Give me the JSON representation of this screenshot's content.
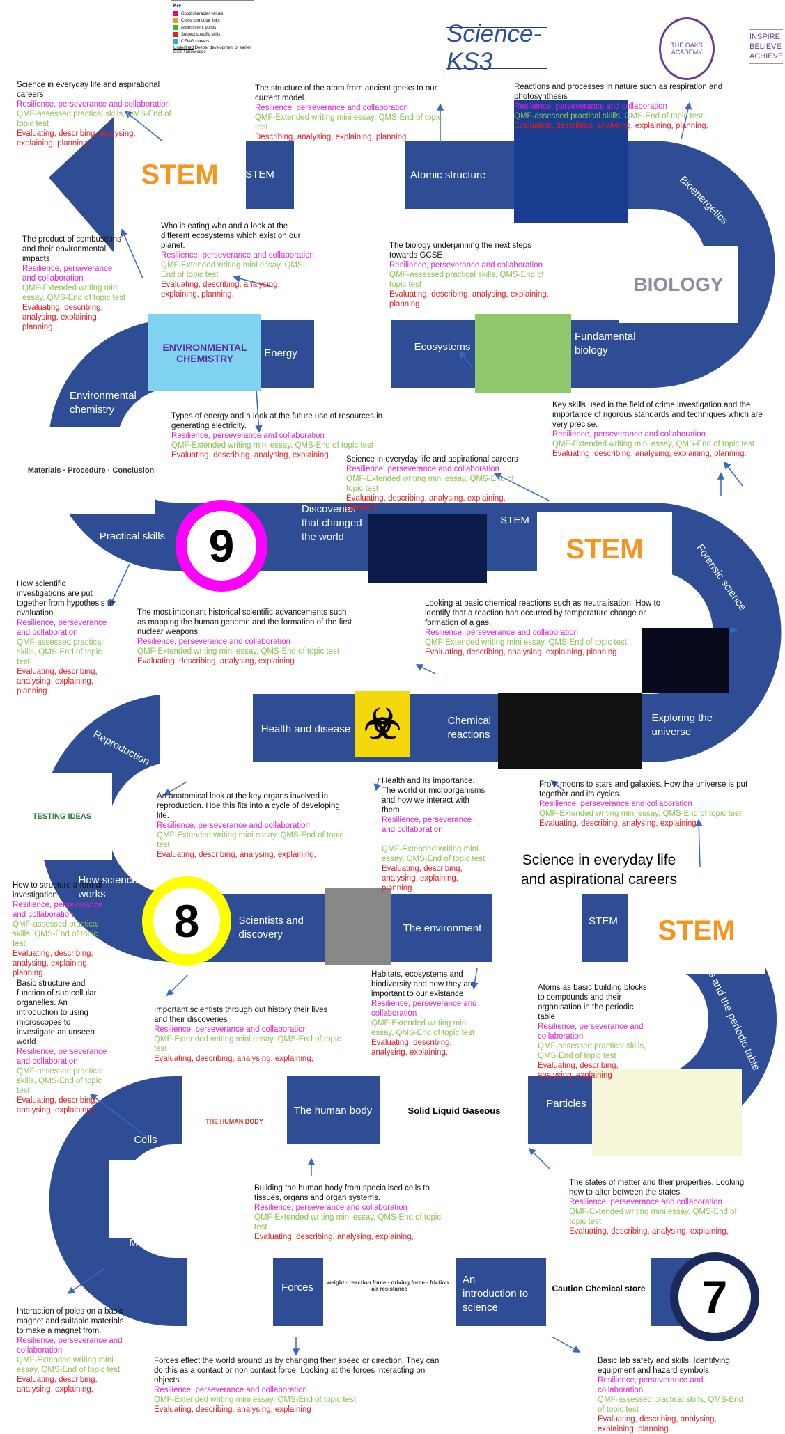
{
  "header": {
    "title": "Science-KS3",
    "school_name": "THE OAKS ACADEMY",
    "motto": [
      "INSPIRE",
      "BELIEVE",
      "ACHIEVE"
    ]
  },
  "key": {
    "title": "Key",
    "items": [
      {
        "label": "Good character values",
        "color": "#e6007e"
      },
      {
        "label": "Cross curricular links",
        "color": "#f7941d"
      },
      {
        "label": "Assessment points",
        "color": "#39b54a"
      },
      {
        "label": "Subject specific skills",
        "color": "#e31e24"
      },
      {
        "label": "CEIAG careers",
        "color": "#29abe2"
      }
    ],
    "underlined_word": "Underlined",
    "underlined_desc": "Deeper development of earlier skills / knowledge"
  },
  "colors": {
    "road": "#2e4d94",
    "values": "#e020d8",
    "assessment": "#8cc152",
    "skills": "#e31e24"
  },
  "milestones": [
    {
      "year": "9",
      "ring_color": "#ff00ff"
    },
    {
      "year": "8",
      "ring_color": "#ffff00"
    },
    {
      "year": "7",
      "ring_color": "#1b2a5c"
    }
  ],
  "big_heading": "Science in everyday life and aspirational careers",
  "topics": [
    "STEM",
    "Atomic structure",
    "Bioenergetics",
    "Fundamental biology",
    "Ecosystems",
    "Energy",
    "Environmental chemistry",
    "Practical skills",
    "Discoveries that changed the world",
    "STEM",
    "Forensic science",
    "Exploring the universe",
    "Chemical reactions",
    "Health and disease",
    "Reproduction",
    "How science works",
    "Scientists and discovery",
    "The environment",
    "STEM",
    "Atoms and the periodic table",
    "Particles",
    "The human body",
    "Cells",
    "Magnetism",
    "Forces",
    "An introduction to science"
  ],
  "images": [
    {
      "icon": "stem-icon",
      "text": "STEM"
    },
    {
      "icon": "atom-icon",
      "text": ""
    },
    {
      "icon": "human-body-energy-icon",
      "text": ""
    },
    {
      "icon": "biology-icon",
      "text": "BIOLOGY"
    },
    {
      "icon": "environmental-chemistry-icon",
      "text": "ENVIRONMENTAL CHEMISTRY"
    },
    {
      "icon": "renewable-energy-diagram-icon",
      "text": ""
    },
    {
      "icon": "ecosystem-icon",
      "text": ""
    },
    {
      "icon": "scientist-cartoon-icon",
      "text": "Materials · Procedure · Conclusion"
    },
    {
      "icon": "robot-hand-icon",
      "text": ""
    },
    {
      "icon": "stem-icon",
      "text": "STEM"
    },
    {
      "icon": "solar-system-icon",
      "text": ""
    },
    {
      "icon": "biohazard-icon",
      "text": "☣"
    },
    {
      "icon": "chemical-flasks-icon",
      "text": ""
    },
    {
      "icon": "reproductive-system-diagram-icon",
      "text": ""
    },
    {
      "icon": "testing-ideas-cycle-icon",
      "text": "TESTING IDEAS"
    },
    {
      "icon": "einstein-photo-icon",
      "text": ""
    },
    {
      "icon": "hand-with-animals-icon",
      "text": ""
    },
    {
      "icon": "stem-icon",
      "text": "STEM"
    },
    {
      "icon": "periodic-table-icon",
      "text": ""
    },
    {
      "icon": "states-of-matter-icon",
      "text": "Solid   Liquid   Gaseous"
    },
    {
      "icon": "human-body-organs-icon",
      "text": "THE HUMAN BODY"
    },
    {
      "icon": "microscope-icon",
      "text": ""
    },
    {
      "icon": "magnet-field-icon",
      "text": ""
    },
    {
      "icon": "car-forces-icon",
      "text": "weight · reaction force · driving force · friction · air resistance"
    },
    {
      "icon": "hazard-symbols-icon",
      "text": "Caution Chemical store"
    }
  ],
  "blocks": [
    {
      "desc": "Science in everyday life and aspirational careers",
      "values": "Resilience, perseverance and collaboration",
      "assessment": "QMF-assessed practical skills, QMS-End of topic test",
      "skills": "Evaluating, describing, analysing, explaining, planning."
    },
    {
      "desc": "The structure of the atom from ancient geeks to our current model.",
      "values": "Resilience, perseverance and collaboration",
      "assessment": "QMF-Extended writing mini essay, QMS-End of topic test",
      "skills": "Describing, analysing, explaining, planning."
    },
    {
      "desc": "Reactions and processes in nature such as respiration and photosynthesis",
      "values": "Resilience, perseverance and collaboration",
      "assessment": "QMF-assessed practical skills, QMS-End of topic test",
      "skills": "Evaluating, describing, analysing, explaining, planning."
    },
    {
      "desc": "The product of combustions and their environmental impacts",
      "values": "Resilience, perseverance and collaboration",
      "assessment": "QMF-Extended writing mini essay, QMS-End of topic test",
      "skills": "Evaluating, describing, analysing, explaining, planning."
    },
    {
      "desc": "Who is eating who and a look at the different ecosystems which exist on our planet.",
      "values": "Resilience, perseverance and collaboration",
      "assessment": "QMF-Extended writing mini essay, QMS-End of topic test",
      "skills": "Evaluating, describing, analysing, explaining, planning."
    },
    {
      "desc": "The biology underpinning the next steps towards GCSE",
      "values": "Resilience, perseverance and collaboration",
      "assessment": "QMF-assessed practical skills, QMS-End of topic test",
      "skills": "Evaluating, describing, analysing, explaining, planning."
    },
    {
      "desc": "Types of energy and a look at the future use of resources in generating electricity.",
      "values": "Resilience, perseverance and collaboration",
      "assessment": "QMF-Extended writing mini essay, QMS-End of topic test",
      "skills": "Evaluating, describing, analysing, explaining.."
    },
    {
      "desc": "Key skills used in the field of crime investigation and the importance of rigorous standards and techniques which are very precise.",
      "values": "Resilience, perseverance and collaboration",
      "assessment": "QMF-Extended writing mini essay, QMS-End of topic test",
      "skills": "Evaluating, describing, analysing, explaining, planning."
    },
    {
      "desc": "Science in everyday life and aspirational careers",
      "values": "Resilience, perseverance and collaboration",
      "assessment": "QMF-Extended writing mini essay, QMS-End of topic test",
      "skills": "Evaluating, describing, analysing, explaining, planning."
    },
    {
      "desc": "How scientific investigations are put together from hypothesis to evaluation",
      "values": "Resilience, perseverance and collaboration",
      "assessment": "QMF-assessed practical skills, QMS-End of topic test",
      "skills": "Evaluating, describing, analysing, explaining, planning."
    },
    {
      "desc": "The most important historical scientific advancements such as mapping the human genome and the formation of the first nuclear weapons.",
      "values": "Resilience, perseverance and collaboration",
      "assessment": "QMF-Extended writing mini essay, QMS-End of topic test",
      "skills": "Evaluating, describing, analysing, explaining"
    },
    {
      "desc": "Looking at basic chemical reactions such as neutralisation. How to identify that a reaction has occurred by temperature change or formation of a gas.",
      "values": "Resilience, perseverance and collaboration",
      "assessment": "QMF-Extended writing mini essay, QMS-End of topic test",
      "skills": "Evaluating, describing, analysing, explaining, planning."
    },
    {
      "desc": "An anatomical look at the key organs involved in reproduction. Hoe this fits into a cycle of developing life.",
      "values": "Resilience, perseverance and collaboration",
      "assessment": "QMF-Extended writing mini essay, QMS-End of topic test",
      "skills": "Evaluating, describing, analysing, explaining,"
    },
    {
      "desc": "Health and its importance. The world or microorganisms and how we interact with them",
      "values": "Resilience, perseverance and collaboration",
      "assessment": "QMF-Extended writing mini essay, QMS-End of topic test",
      "skills": "Evaluating, describing, analysing, explaining, planning."
    },
    {
      "desc": "From moons to stars and galaxies. How the universe is put together and its cycles.",
      "values": "Resilience, perseverance and collaboration",
      "assessment": "QMF-Extended writing mini essay, QMS-End of topic test",
      "skills": "Evaluating, describing, analysing, explaining"
    },
    {
      "desc": "How to structure a formal investigation",
      "values": "Resilience, perseverance and collaboration",
      "assessment": "QMF-assessed practical skills, QMS-End of topic test",
      "skills": "Evaluating, describing, analysing, explaining, planning."
    },
    {
      "desc": "Basic structure and function of sub cellular organelles. An introduction to using microscopes to investigate an unseen world",
      "values": "Resilience, perseverance and collaboration",
      "assessment": "QMF-assessed practical skills, QMS-End of topic test",
      "skills": "Evaluating, describing, analysing, explaining,"
    },
    {
      "desc": "Important scientists through out history their lives and their discoveries",
      "values": "Resilience, perseverance and collaboration",
      "assessment": "QMF-Extended writing mini essay, QMS-End of topic test",
      "skills": "Evaluating, describing, analysing, explaining,"
    },
    {
      "desc": "Habitats, ecosystems and biodiversity and how they are important to our existance",
      "values": "Resilience, perseverance and collaboration",
      "assessment": "QMF-Extended writing mini essay, QMS-End of topic test",
      "skills": "Evaluating, describing, analysing, explaining,"
    },
    {
      "desc": "Atoms as basic building blocks to compounds and their organisation in the periodic table",
      "values": "Resilience, perseverance and collaboration",
      "assessment": "QMF-assessed practical skills, QMS-End of topic test",
      "skills": "Evaluating, describing, analysing, explaining"
    },
    {
      "desc": "The states of matter and their properties. Looking how to alter between the states.",
      "values": "Resilience, perseverance and collaboration",
      "assessment": "QMF-Extended writing mini essay, QMS-End of topic test",
      "skills": "Evaluating, describing, analysing, explaining,"
    },
    {
      "desc": "Building the human body from specialised cells to tissues, organs and organ systems.",
      "values": "Resilience, perseverance and collaboration",
      "assessment": "QMF-Extended writing mini essay, QMS-End of topic test",
      "skills": "Evaluating, describing, analysing, explaining,"
    },
    {
      "desc": "Interaction of poles on a basic magnet and suitable materials to make a magnet from.",
      "values": "Resilience, perseverance and collaboration",
      "assessment": "QMF-Extended writing mini essay, QMS-End of topic test",
      "skills": "Evaluating, describing, analysing, explaining,"
    },
    {
      "desc": "Forces effect the world around us by changing their speed or direction. They can do this as a contact or non contact force. Looking at the forces interacting on objects.",
      "values": "Resilience, perseverance and collaboration",
      "assessment": "QMF-Extended writing mini essay, QMS-End of topic test",
      "skills": "Evaluating, describing, analysing, explaining"
    },
    {
      "desc": "Basic lab safety and skills. Identifying equipment and hazard symbols.",
      "values": "Resilience, perseverance and collaboration",
      "assessment": "QMF-assessed practical skills, QMS-End of topic test",
      "skills": "Evaluating, describing, analysing, explaining, planning."
    }
  ]
}
